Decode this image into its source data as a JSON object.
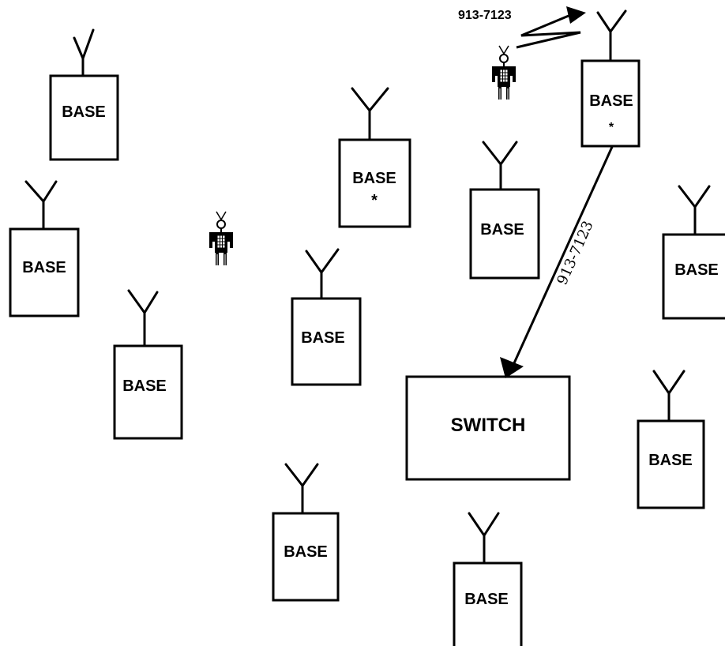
{
  "bases": [
    {
      "label": "BASE",
      "marker": ""
    },
    {
      "label": "BASE",
      "marker": ""
    },
    {
      "label": "BASE",
      "marker": ""
    },
    {
      "label": "BASE",
      "marker": "*"
    },
    {
      "label": "BASE",
      "marker": ""
    },
    {
      "label": "BASE",
      "marker": ""
    },
    {
      "label": "BASE",
      "marker": "*"
    },
    {
      "label": "BASE",
      "marker": ""
    },
    {
      "label": "BASE",
      "marker": ""
    },
    {
      "label": "BASE",
      "marker": ""
    },
    {
      "label": "BASE",
      "marker": ""
    }
  ],
  "switch": {
    "label": "SWITCH"
  },
  "radio_link": {
    "number": "913-7123"
  },
  "switch_link": {
    "number": "913-7123"
  }
}
